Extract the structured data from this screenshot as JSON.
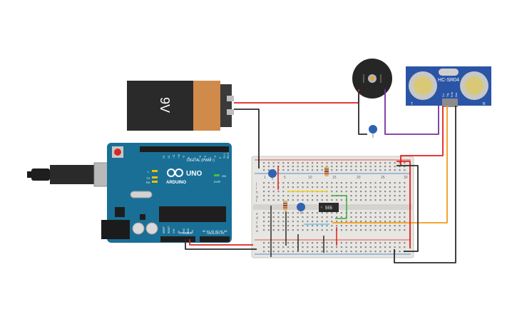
{
  "battery": {
    "label": "9V"
  },
  "arduino": {
    "brand": "ARDUINO",
    "model": "UNO",
    "digital_header": "DIGITAL (PWM~)",
    "power_header": "POWER",
    "analog_header": "ANALOG IN",
    "led_labels": [
      "L",
      "TX",
      "RX"
    ],
    "icsp_label": "ICSP",
    "on_label": "ON",
    "digital_pins": [
      "13",
      "12",
      "~11",
      "~10",
      "~9",
      "8",
      "7",
      "~6",
      "~5",
      "4",
      "~3",
      "2",
      "TX 1",
      "RX 0"
    ],
    "power_pins": [
      "IOREF",
      "RESET",
      "3.3V",
      "5V",
      "GND",
      "GND",
      "Vin"
    ],
    "analog_pins": [
      "A0",
      "A1",
      "A2",
      "A3",
      "A4",
      "A5"
    ]
  },
  "sensor": {
    "model": "HC-SR04",
    "pin_labels": [
      "Vcc",
      "Trig",
      "Echo",
      "Gnd"
    ],
    "side_left": "T",
    "side_right": "R"
  },
  "breadboard": {
    "row_letters_top": [
      "j",
      "i",
      "h",
      "g",
      "f"
    ],
    "row_letters_bottom": [
      "e",
      "d",
      "c",
      "b",
      "a"
    ],
    "column_numbers": [
      "1",
      "5",
      "10",
      "15",
      "20",
      "25",
      "30"
    ]
  },
  "ic": {
    "label": "555"
  },
  "colors": {
    "wire_red": "#e0201b",
    "wire_black": "#2b2b2b",
    "wire_purple": "#7b2f9d",
    "wire_orange": "#f29a1a",
    "wire_yellow": "#f2d21b",
    "wire_green": "#3aab3a",
    "wire_lightblue": "#6bc3e8",
    "arduino_blue": "#1a6f96",
    "sensor_blue": "#2a55a6"
  }
}
